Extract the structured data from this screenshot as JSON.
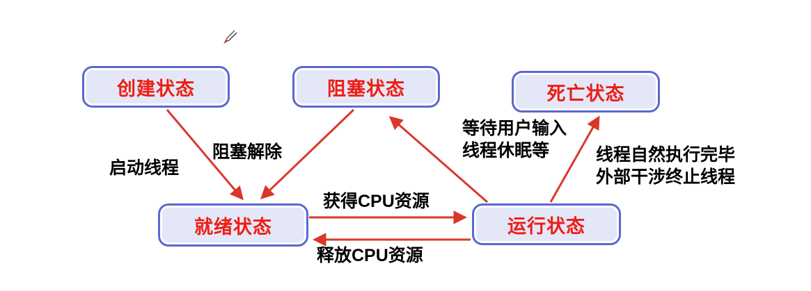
{
  "diagram_type": "state-diagram",
  "colors": {
    "background": "#ffffff",
    "node_fill": "#e4e7f8",
    "node_border": "#5a68cf",
    "node_text": "#ee1d13",
    "arrow": "#da372a",
    "edge_label_text": "#000000"
  },
  "nodes": {
    "created": {
      "label": "创建状态"
    },
    "blocked": {
      "label": "阻塞状态"
    },
    "dead": {
      "label": "死亡状态"
    },
    "ready": {
      "label": "就绪状态"
    },
    "running": {
      "label": "运行状态"
    }
  },
  "edges": {
    "start_thread": {
      "label": "启动线程",
      "from": "创建状态",
      "to": "就绪状态"
    },
    "unblock": {
      "label": "阻塞解除",
      "from": "阻塞状态",
      "to": "就绪状态"
    },
    "block": {
      "label": "等待用户输入\n线程休眠等",
      "from": "运行状态",
      "to": "阻塞状态"
    },
    "acquire_cpu": {
      "label": "获得CPU资源",
      "from": "就绪状态",
      "to": "运行状态"
    },
    "release_cpu": {
      "label": "释放CPU资源",
      "from": "运行状态",
      "to": "就绪状态"
    },
    "terminate": {
      "label": "线程自然执行完毕\n外部干涉终止线程",
      "from": "运行状态",
      "to": "死亡状态"
    }
  },
  "icons": {
    "pen_cursor": "pen-cursor"
  }
}
